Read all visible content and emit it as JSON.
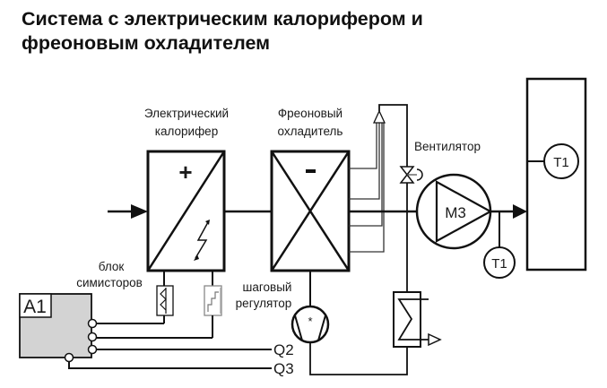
{
  "title": {
    "line1": "Система с электрическим калорифером и",
    "line2": "фреоновым охладителем"
  },
  "components": {
    "heater": {
      "label_line1": "Электрический",
      "label_line2": "калорифер",
      "symbol": "+",
      "icon": "lightning-arrow-icon"
    },
    "cooler": {
      "label_line1": "Фреоновый",
      "label_line2": "охладитель",
      "symbol": "-"
    },
    "fan": {
      "label": "Вентилятор",
      "id": "M3"
    },
    "sensor_room": {
      "id": "T1"
    },
    "sensor_duct": {
      "id": "T1"
    },
    "triac_block": {
      "label_line1": "блок",
      "label_line2": "симисторов"
    },
    "step_regulator": {
      "label_line1": "шаговый",
      "label_line2": "регулятор"
    },
    "compressor": {
      "symbol": "*"
    },
    "controller": {
      "id": "A1"
    },
    "outputs": {
      "q2": "Q2",
      "q3": "Q3"
    }
  },
  "colors": {
    "line": "#111111",
    "controller_fill": "#d3d3d3",
    "background": "#ffffff"
  }
}
